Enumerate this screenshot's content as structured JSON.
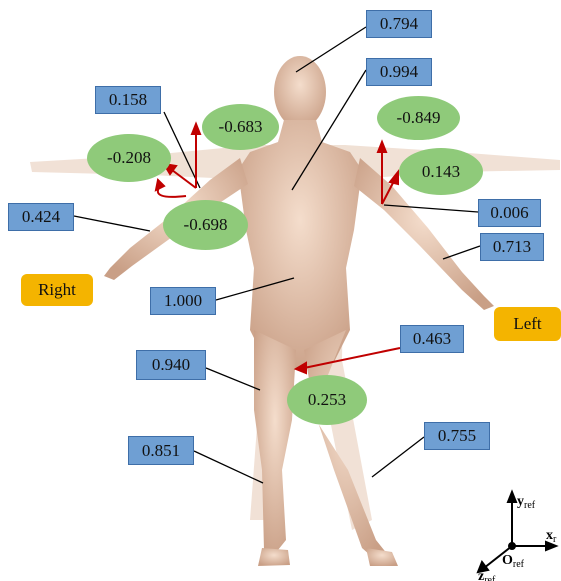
{
  "diagram": {
    "side_labels": {
      "right": "Right",
      "left": "Left"
    },
    "blue_values": [
      "0.794",
      "0.994",
      "0.158",
      "0.424",
      "0.006",
      "0.713",
      "1.000",
      "0.463",
      "0.940",
      "0.851",
      "0.755"
    ],
    "green_values": [
      "-0.683",
      "-0.849",
      "-0.208",
      "0.143",
      "-0.698",
      "0.253"
    ],
    "axes": {
      "y": "y",
      "y_sub": "ref",
      "x": "x",
      "x_sub": "r",
      "z": "z",
      "z_sub": "ref",
      "origin": "O",
      "origin_sub": "ref"
    }
  },
  "colors": {
    "value_box": "#6f9fd3",
    "angle_oval": "#8fca7a",
    "side_tag": "#f4b400",
    "arrow": "#c00000",
    "leader": "#000000",
    "body": "#e6c3aa"
  }
}
